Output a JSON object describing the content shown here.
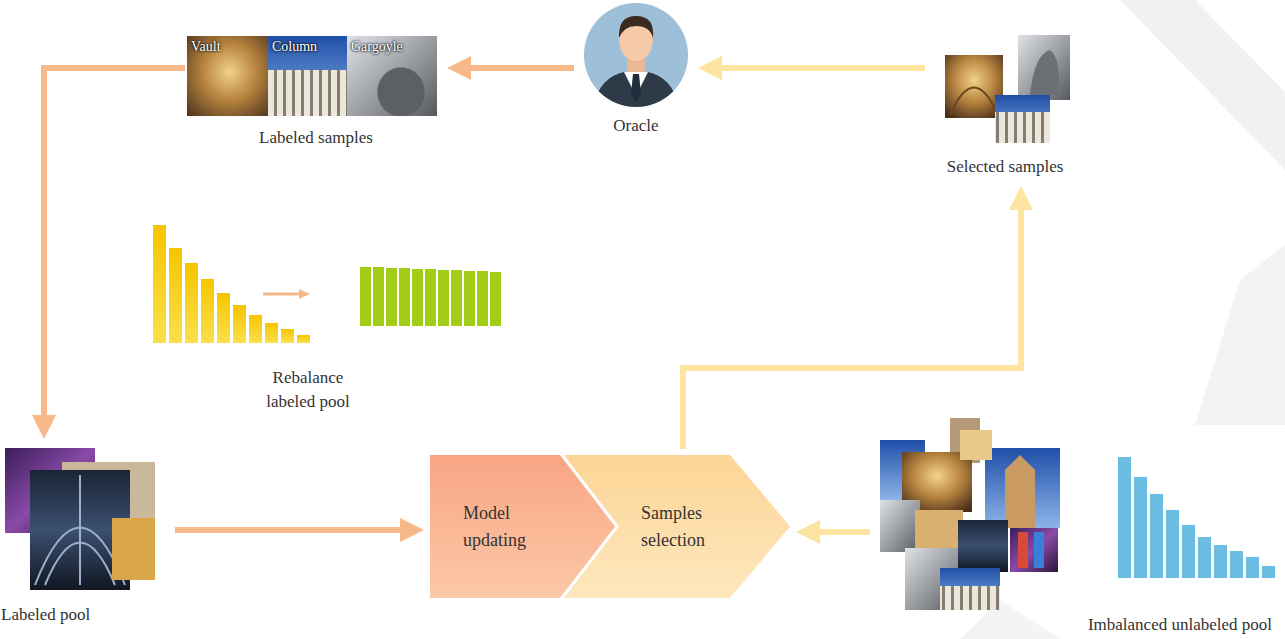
{
  "diagram": {
    "nodes": [
      {
        "text": [
          "Labeled samples"
        ]
      },
      {
        "text": [
          "Vault"
        ],
        "in": 0
      },
      {
        "text": [
          "Column"
        ],
        "in": 0
      },
      {
        "text": [
          "Gargoyle"
        ],
        "in": 0
      },
      {
        "text": [
          "Oracle"
        ]
      },
      {
        "text": [
          "Selected samples"
        ]
      },
      {
        "text": [
          "Labeled pool"
        ]
      },
      {
        "text": [
          "Model updating"
        ]
      },
      {
        "text": [
          "Samples selection"
        ]
      },
      {
        "text": [
          "Imbalanced unlabeled pool"
        ]
      }
    ],
    "edges": [
      {
        "from": 5,
        "to": 4,
        "arrow": "to"
      },
      {
        "from": 4,
        "to": 0,
        "arrow": "to"
      },
      {
        "from": 0,
        "to": 6,
        "arrow": "to"
      },
      {
        "from": 6,
        "to": 7,
        "arrow": "to"
      },
      {
        "from": 9,
        "to": 8,
        "arrow": "to"
      },
      {
        "from": 8,
        "to": 5,
        "arrow": "to"
      }
    ],
    "labels": [
      "Rebalance labeled pool"
    ]
  }
}
